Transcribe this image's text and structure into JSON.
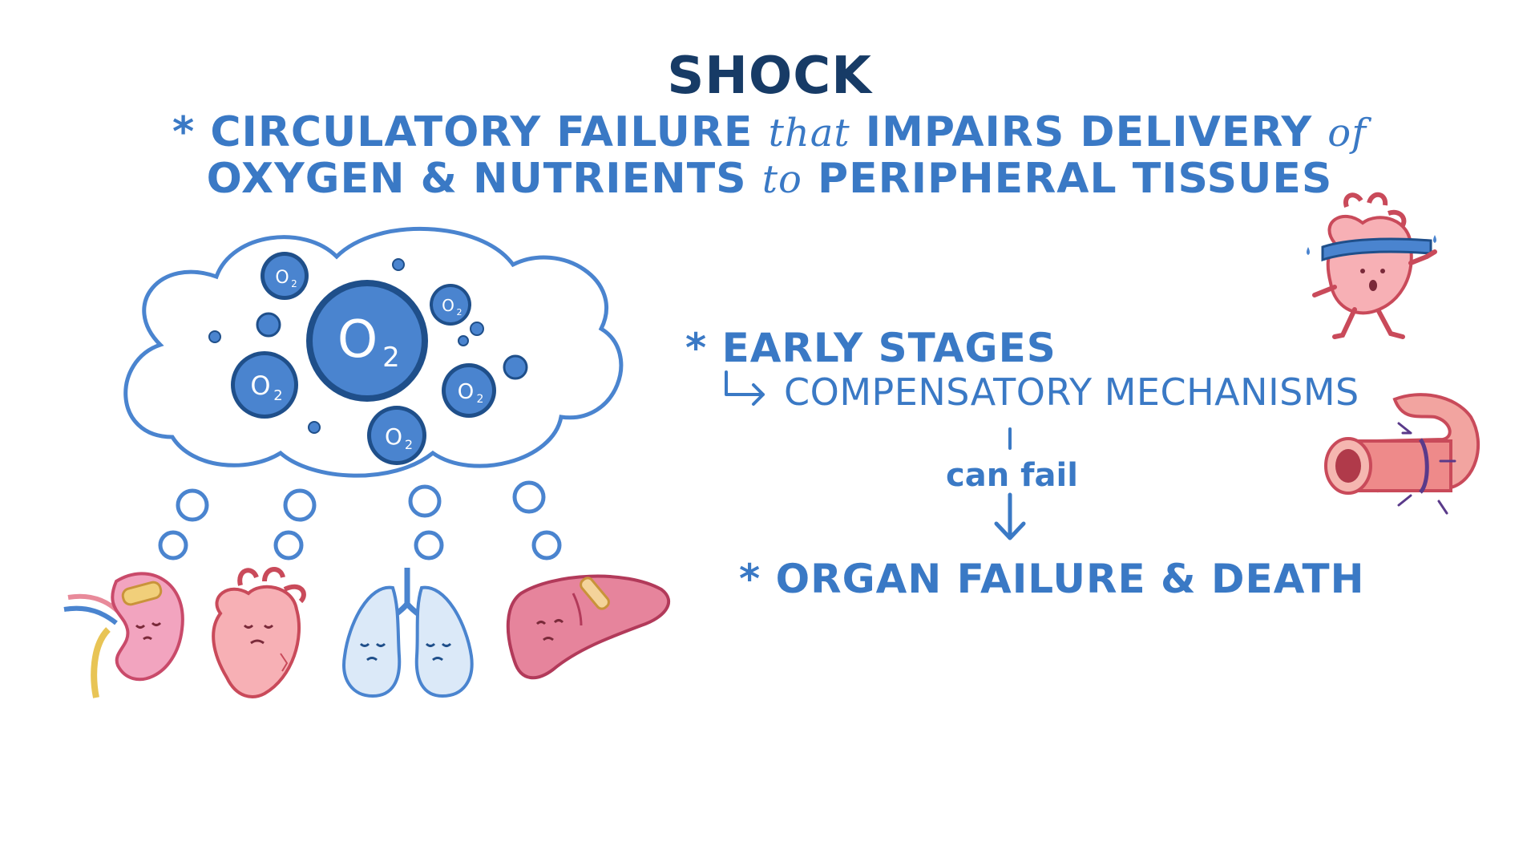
{
  "title": "SHOCK",
  "definition": {
    "star": "*",
    "line1_part1": "CIRCULATORY FAILURE",
    "line1_part2": "that",
    "line1_part3": "IMPAIRS DELIVERY",
    "line1_part4": "of",
    "line2_part1": "OXYGEN & NUTRIENTS",
    "line2_part2": "to",
    "line2_part3": "PERIPHERAL TISSUES"
  },
  "flow": {
    "early_star": "*",
    "early_stages": "EARLY STAGES",
    "compensatory": "COMPENSATORY MECHANISMS",
    "can_fail": "can fail",
    "outcome_star": "*",
    "outcome": "ORGAN FAILURE & DEATH"
  },
  "oxygen_label": {
    "o": "O",
    "sub": "2"
  },
  "colors": {
    "title": "#173b66",
    "text_blue": "#3a79c5",
    "cloud_outline": "#4a84cf",
    "bubble_fill": "#4a84cf",
    "bubble_dark": "#1f4f8a",
    "organ_pink": "#f2a4ad",
    "organ_outline": "#c94a5a",
    "lung_blue": "#cfe1f6",
    "liver_pink": "#e0768f",
    "vessel": "#ee8a8a"
  },
  "icons": [
    "cloud-icon",
    "oxygen-bubble-icon",
    "kidney-icon",
    "heart-icon",
    "lungs-icon",
    "liver-icon",
    "running-heart-icon",
    "blood-vessel-icon",
    "arrow-down-icon",
    "hook-arrow-icon"
  ]
}
